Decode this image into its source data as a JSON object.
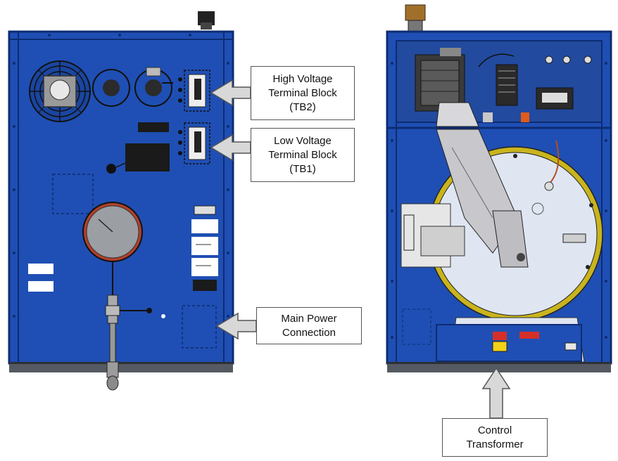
{
  "colors": {
    "panel_blue": "#1f4fb4",
    "panel_dark": "#0d2c72",
    "base_gray": "#555a62",
    "ring_yellow": "#c9b41e",
    "disc_light": "#dfe6f2",
    "duct_gray": "#c8c8cc",
    "arrow_fill": "#d8d8d8",
    "arrow_stroke": "#555555",
    "warning_red": "#d3302a"
  },
  "callouts": {
    "tb2": {
      "line1": "High Voltage",
      "line2": "Terminal Block",
      "line3": "(TB2)"
    },
    "tb1": {
      "line1": "Low Voltage",
      "line2": "Terminal Block",
      "line3": "(TB1)"
    },
    "main_power": {
      "line1": "Main Power",
      "line2": "Connection"
    },
    "control_transformer": {
      "line1": "Control",
      "line2": "Transformer"
    }
  }
}
